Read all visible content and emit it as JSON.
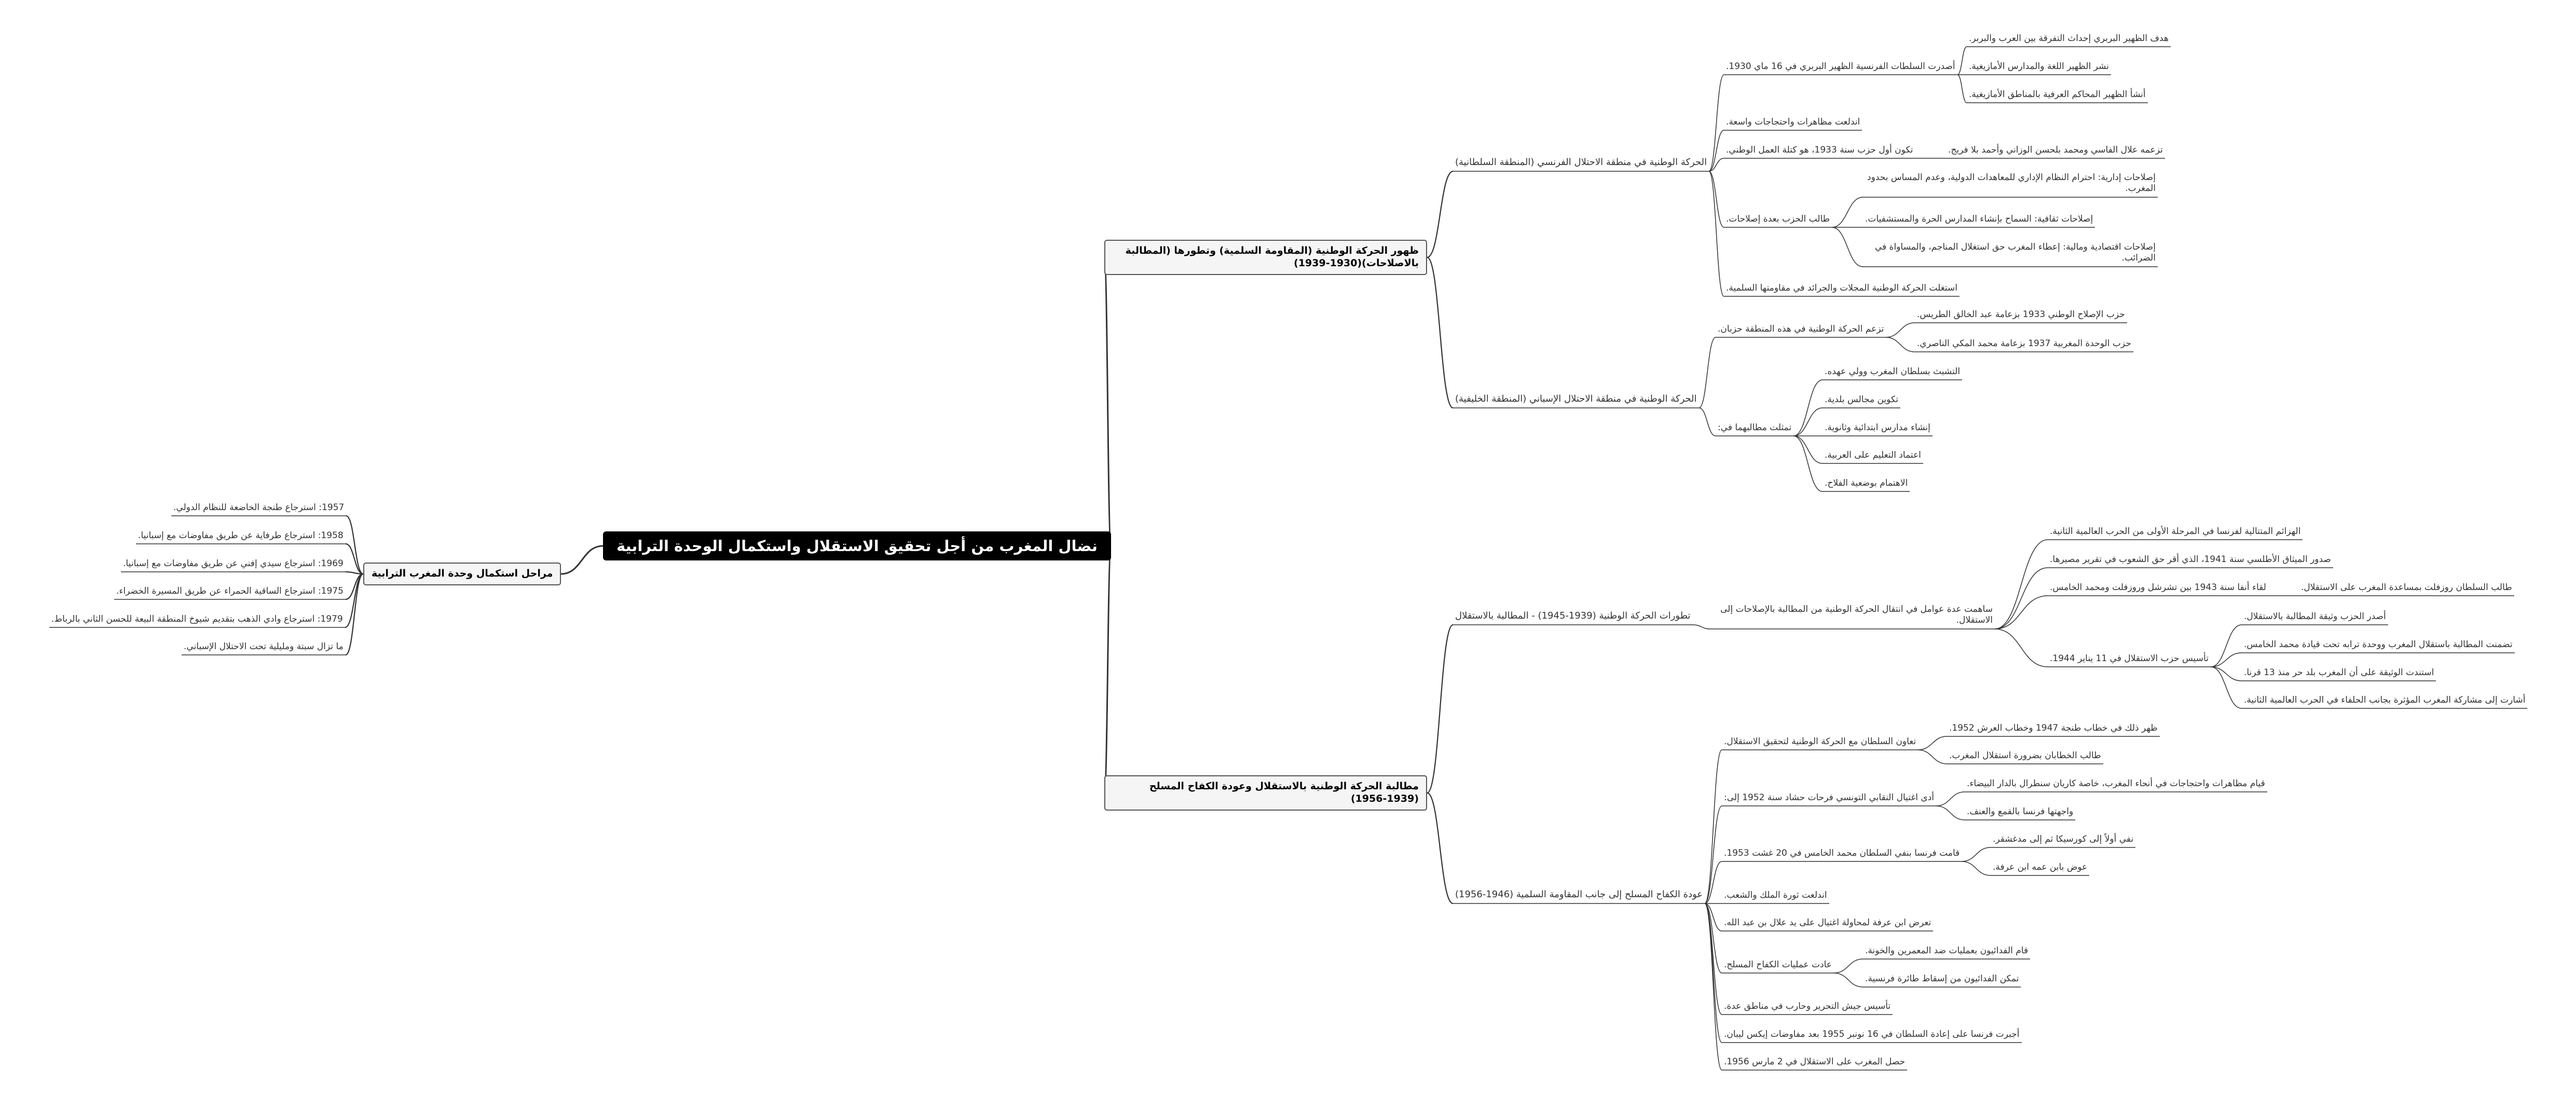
{
  "colors": {
    "background": "#ffffff",
    "root_fill": "#000000",
    "root_text": "#ffffff",
    "topic_fill": "#f5f5f5",
    "line": "#333333"
  },
  "root": "نضال المغرب من أجل تحقيق الاستقلال واستكمال الوحدة الترابية",
  "left": {
    "title": "مراحل استكمال وحدة المغرب الترابية",
    "items": [
      "1957: استرجاع طنجة الخاضعة للنظام الدولي.",
      "1958: استرجاع طرفاية عن طريق مفاوضات مع إسبانيا.",
      "1969: استرجاع سيدي إفني عن طريق مفاوضات مع إسبانيا.",
      "1975: استرجاع الساقية الحمراء عن طريق المسيرة الخضراء.",
      "1979: استرجاع وادي الذهب بتقديم شيوخ المنطقة البيعة للحسن الثاني بالرباط.",
      "ما تزال سبتة ومليلية تحت الاحتلال الإسباني."
    ]
  },
  "b1": {
    "title": "ظهور الحركة الوطنية (المقاومة السلمية) وتطورها (المطالبة بالاصلاحات)(1930-1939)",
    "french": {
      "title": "الحركة الوطنية في منطقة الاحتلال الفرنسي (المنطقة السلطانية)",
      "dahir": {
        "title": "أصدرت السلطات الفرنسية الظهير البربري في 16 ماي 1930.",
        "items": [
          "هدف الظهير البربري إحداث التفرقة بين العرب والبربر.",
          "نشر الظهير اللغة والمدارس الأمازيغية.",
          "أنشأ الظهير المحاكم العرفية بالمناطق الأمازيغية."
        ]
      },
      "protests": "اندلعت مظاهرات واحتجاجات واسعة.",
      "party": {
        "title": "تكون أول حزب سنة 1933، هو كتلة العمل الوطني.",
        "leaders": "تزعمه علال الفاسي ومحمد بلحسن الوزاني وأحمد بلا فريج."
      },
      "reforms": {
        "title": "طالب الحزب بعدة إصلاحات.",
        "items": [
          "إصلاحات إدارية: احترام النظام الإداري للمعاهدات الدولية، وعدم المساس بحدود المغرب.",
          "إصلاحات ثقافية: السماح بإنشاء المدارس الحرة والمستشفيات.",
          "إصلاحات اقتصادية ومالية: إعطاء المغرب حق استغلال المناجم، والمساواة في الضرائب."
        ]
      },
      "press": "استغلت الحركة الوطنية المجلات والجرائد في مقاومتها السلمية."
    },
    "spanish": {
      "title": "الحركة الوطنية في منطقة الاحتلال الإسباني (المنطقة الخليفية)",
      "parties": {
        "title": "تزعم الحركة الوطنية في هذه المنطقة حزبان.",
        "items": [
          "حزب الإصلاح الوطني 1933 بزعامة عبد الخالق الطريس.",
          "حزب الوحدة المغربية 1937 بزعامة محمد المكي الناصري."
        ]
      },
      "demands": {
        "title": "تمثلت مطالبهما في:",
        "items": [
          "التشبث بسلطان المغرب وولي عهده.",
          "تكوين مجالس بلدية.",
          "إنشاء مدارس ابتدائية وثانوية.",
          "اعتماد التعليم على العربية.",
          "الاهتمام بوضعية الفلاح."
        ]
      }
    }
  },
  "b2": {
    "title": "مطالبة الحركة الوطنية بالاستقلال وعودة الكفاح المسلح (1939-1956)",
    "dev": {
      "title": "تطورات الحركة الوطنية (1939-1945) - المطالبة بالاستقلال",
      "factors": {
        "title": "ساهمت عدة عوامل في انتقال الحركة الوطنية من المطالبة بالإصلاحات إلى الاستقلال.",
        "items": [
          "الهزائم المتتالية لفرنسا في المرحلة الأولى من الحرب العالمية الثانية.",
          "صدور الميثاق الأطلسي سنة 1941، الذي أقر حق الشعوب في تقرير مصيرها."
        ],
        "anfa": {
          "title": "لقاء أنفا سنة 1943 بين تشرشل وروزفلت ومحمد الخامس.",
          "detail": "طالب السلطان روزفلت بمساعدة المغرب على الاستقلال."
        },
        "istiqlal": {
          "title": "تأسيس حزب الاستقلال في 11 يناير 1944.",
          "items": [
            "أصدر الحزب وثيقة المطالبة بالاستقلال.",
            "تضمنت المطالبة باستقلال المغرب ووحدة ترابه تحت قيادة محمد الخامس.",
            "استندت الوثيقة على أن المغرب بلد حر منذ 13 قرنا.",
            "أشارت إلى مشاركة المغرب المؤثرة بجانب الحلفاء في الحرب العالمية الثانية."
          ]
        }
      }
    },
    "armed": {
      "title": "عودة الكفاح المسلح إلى جانب المقاومة السلمية (1946-1956)",
      "coop": {
        "title": "تعاون السلطان مع الحركة الوطنية لتحقيق الاستقلال.",
        "items": [
          "ظهر ذلك في خطاب طنجة 1947 وخطاب العرش 1952.",
          "طالب الخطابان بضرورة استقلال المغرب."
        ]
      },
      "hached": {
        "title": "أدى اغتيال النقابي التونسي فرحات حشاد سنة 1952 إلى:",
        "items": [
          "قيام مظاهرات واحتجاجات في أنحاء المغرب، خاصة كاريان سنطرال بالدار البيضاء.",
          "واجهتها فرنسا بالقمع والعنف."
        ]
      },
      "exile": {
        "title": "قامت فرنسا بنفي السلطان محمد الخامس في 20 غشت 1953.",
        "items": [
          "نفي أولاً إلى كورسيكا ثم إلى مدغشقر.",
          "عوض بابن عمه ابن عرفة."
        ]
      },
      "revolution": "اندلعت ثورة الملك والشعب.",
      "attempt": "تعرض ابن عرفة لمحاولة اغتيال على يد علال بن عبد الله.",
      "ops": {
        "title": "عادت عمليات الكفاح المسلح.",
        "items": [
          "قام الفدائيون بعمليات ضد المعمرين والخونة.",
          "تمكن الفدائيون من إسقاط طائرة فرنسية."
        ]
      },
      "army": "تأسيس جيش التحرير وحارب في مناطق عدة.",
      "return": "أجبرت فرنسا على إعادة السلطان في 16 نونبر 1955 بعد مفاوضات إيكس ليبان.",
      "independence": "حصل المغرب على الاستقلال في 2 مارس 1956."
    }
  }
}
